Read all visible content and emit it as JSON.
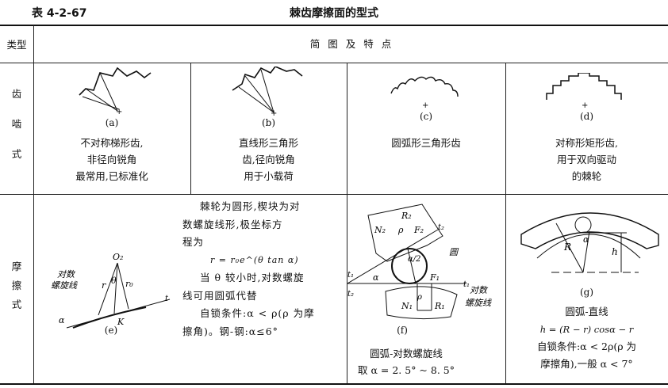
{
  "caption": "表 4-2-67",
  "title": "棘齿摩擦面的型式",
  "header": {
    "type": "类型",
    "content": "简 图 及 特 点"
  },
  "rows": [
    {
      "type": [
        "齿",
        "啮",
        "式"
      ],
      "cells": [
        {
          "fig": "(a)",
          "lines": [
            "不对称梯形齿,",
            "非径向锐角",
            "最常用,已标准化"
          ]
        },
        {
          "fig": "(b)",
          "lines": [
            "直线形三角形",
            "齿,径向锐角",
            "用于小载荷"
          ]
        },
        {
          "fig": "(c)",
          "lines": [
            "圆弧形三角形齿"
          ]
        },
        {
          "fig": "(d)",
          "lines": [
            "对称形矩形齿,",
            "用于双向驱动",
            "的棘轮"
          ]
        }
      ]
    },
    {
      "type": [
        "摩",
        "擦",
        "式"
      ],
      "e": {
        "fig": "(e)",
        "labels": {
          "o2": "O₂",
          "theta": "θ",
          "r": "r",
          "r0": "r₀",
          "spiral": [
            "对数",
            "螺旋线"
          ],
          "alpha": "α",
          "t": "t",
          "k": "K"
        },
        "text": [
          "棘轮为圆形,楔块为对",
          "数螺旋线形,极坐标方",
          "程为",
          "r = r₀e^(θ tan α)",
          "当 θ 较小时,对数螺旋",
          "线可用圆弧代替",
          "自锁条件:α < ρ(ρ 为摩",
          "擦角)。钢-钢:α≤6°"
        ]
      },
      "f": {
        "fig": "(f)",
        "labels": {
          "r2": "R₂",
          "n2": "N₂",
          "f2": "F₂",
          "t2": "t₂",
          "rho": "ρ",
          "circle": "圆",
          "a2": "α/2",
          "alpha": "α",
          "f1": "F₁",
          "t1": "t₁",
          "spiral": [
            "对数",
            "螺旋线"
          ],
          "n1": "N₁",
          "r1": "R₁",
          "t1l": "t₁",
          "t2l": "t₂"
        },
        "lines": [
          "圆弧-对数螺旋线",
          "取 α = 2. 5° ~ 8. 5°"
        ]
      },
      "g": {
        "fig": "(g)",
        "labels": {
          "R": "R",
          "h": "h",
          "alpha": "α"
        },
        "lines": [
          "圆弧-直线",
          "h = (R − r) cosα − r",
          "自锁条件:α < 2ρ(ρ 为",
          "摩擦角),一般 α < 7°"
        ]
      }
    }
  ]
}
